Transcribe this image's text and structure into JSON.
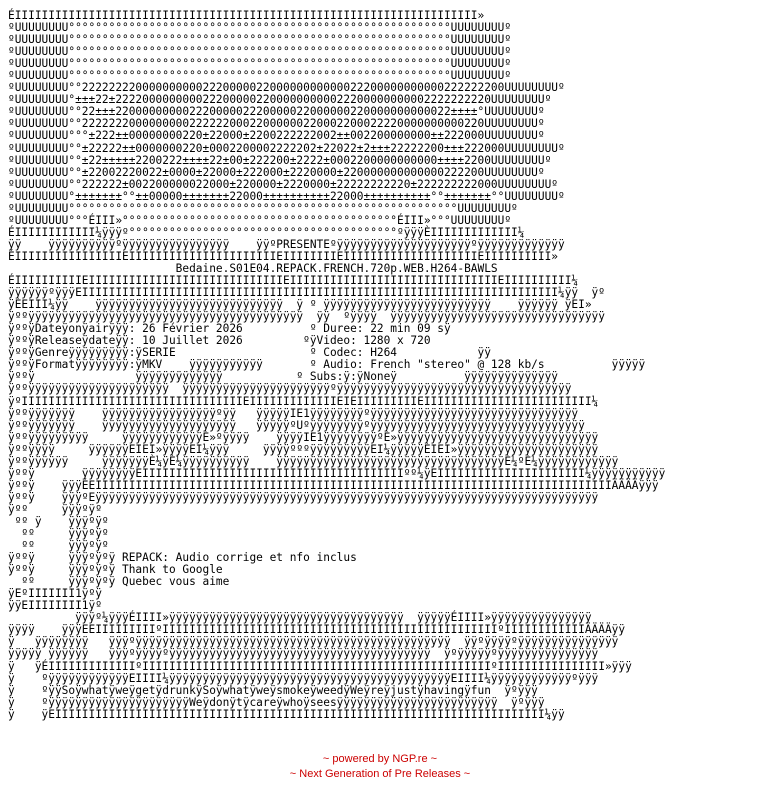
{
  "nfo": {
    "lines": [
      "ÉIIIIIIIIIIIIIIIIIIIIIIIIIIIIIIIIIIIIIIIIIIIIIIIIIIIIIIIIIIIIIIIIIIIII»",
      "ºUUUUUUUU°°°°°°°°°°°°°°°°°°°°°°°°°°°°°°°°°°°°°°°°°°°°°°°°°°°°°°°°°UUUUUUUUº",
      "ºUUUUUUUU°°°°°°°°°°°°°°°°°°°°°°°°°°°°°°°°°°°°°°°°°°°°°°°°°°°°°°°°°UUUUUUUUº",
      "ºUUUUUUUU°°°°°°°°°°°°°°°°°°°°°°°°°°°°°°°°°°°°°°°°°°°°°°°°°°°°°°°°°UUUUUUUUº",
      "ºUUUUUUUU°°°°°°°°°°°°°°°°°°°°°°°°°°°°°°°°°°°°°°°°°°°°°°°°°°°°°°°°°UUUUUUUUº",
      "ºUUUUUUUU°°°°°°°°°°°°°°°°°°°°°°°°°°°°°°°°°°°°°°°°°°°°°°°°°°°°°°°°°UUUUUUUUº",
      "ºUUUUUUUU°°222222220000000000222000002200000000000022200000000000222222200UUUUUUUUº",
      "ºUUUUUUUU°±±±22±22220000000002220000022000000000022200000000002222222220UUUUUUUUº",
      "ºUUUUUUUU°°22±±±22000000000222000002220000022000000220000000000022±±±±°UUUUUUUUº",
      "ºUUUUUUUU°°222222200000000022222200022000000220002200022220000000000220UUUUUUUUº",
      "ºUUUUUUUU°°°±222±±00000000220±22000±2200222222002±±002200000000±±222000UUUUUUUUº",
      "ºUUUUUUUU°°±22222±±0000000220±0002200002222202±22022±2±±±22222200±±±222000UUUUUUUUº",
      "ºUUUUUUUU°°±22±±±±±2200222±±±±22±00±222200±2222±0002200000000000±±±±2200UUUUUUUUº",
      "ºUUUUUUUU°°±22002220022±0000±22000±222000±2220000±220000000000000222200UUUUUUUUº",
      "ºUUUUUUUU°°222222±002200000022000±220000±2220000±22222222220±222222222000UUUUUUUUº",
      "ºUUUUUUUU°±±±±±±±°°±±00000±±±±±±±22000±±±±±±±±±±22000±±±±±±±±±±°°±±±±±±±°°UUUUUUUUº",
      "ºUUUUUUUU°°°°°°°°°°°°°°°°°°°°°°°°°°°°°°°°°°°°°°°°°°°°°°°°°°°°°°°°°°UUUUUUUUº",
      "ºUUUUUUUU°°°ÉIII»°°°°°°°°°°°°°°°°°°°°°°°°°°°°°°°°°°°°°°°°°ÉIII»°°°UUUUUUUUº",
      "ÉIIIIIIIIIIII¼ÿÿÿº°°°°°°°°°°°°°°°°°°°°°°°°°°°°°°°°°°°°°°°°ºÿÿÿÈIIIIIIIIIIIII¼",
      "ÿÿ    ÿÿÿÿÿÿÿÿÿÿºÿÿÿÿÿÿÿÿÿÿÿÿÿÿÿÿ    ÿÿºPRESENTEºÿÿÿÿÿÿÿÿÿÿÿÿÿÿÿÿÿÿÿÿºÿÿÿÿÿÿÿÿÿÿÿÿÿ",
      "ÉIIIIIIIIIIIIIIIIEIIIIIIIIIIIIIIIIIIIIIIEIIIIIIIIEIIIIIIIIIIIIIIIIIIIIEIIIIIIIIII»",
      "                         Bedaine.S01E04.REPACK.FRENCH.720p.WEB.H264-BAWLS",
      "ÉIIIIIIIIIIEIIIIIIIIIIIIIIIIIIIIIIIIIIIIIEIIIIIIIIIIIIIIIIIIIIIIIIIIIIIIIEIIIIIIIIII¼",
      "ÿÿÿÿÿÿºÿÿÿEIIIIIIIIIIIIIIIIIIIIIIIIIIIIIIIIIIIIIIIIIIIIIIIIIIIIIIIIIIIIIIIIIIIIIII¼ÿÿ  ÿº",
      "ÿÈEIII¼ÿÿ    ÿÿÿÿÿÿÿÿÿÿÿÿÿÿÿÿÿÿÿÿÿÿÿÿÿÿÿÿ  ÿ º ÿÿÿÿÿÿÿÿÿÿÿÿÿÿÿÿÿÿÿÿÿÿÿÿÿ    ÿÿÿÿÿÿ ÿEI»",
      "ÿººÿÿÿÿÿÿÿÿÿÿÿÿÿÿÿÿÿÿÿÿÿÿÿÿÿÿÿÿÿÿÿÿÿÿÿÿÿÿÿÿÿ  ÿÿ  ºÿÿÿÿ  ÿÿÿÿÿÿÿÿÿÿÿÿÿÿÿÿÿÿÿÿÿÿÿÿÿÿÿÿÿÿÿÿ",
      "ÿººÿDateÿonÿairÿÿÿ: 26 Février 2026          º Duree: 22 min 09 sÿ",
      "ÿººÿReleaseÿdateÿÿ: 10 Juillet 2026         ºÿVideo: 1280 x 720",
      "ÿººÿGenreÿÿÿÿÿÿÿÿÿ:ÿSERIE                    º Codec: H264            ÿÿ",
      "ÿººÿFormatÿÿÿÿÿÿÿÿ:ÿMKV    ÿÿÿÿÿÿÿÿÿÿÿ       º Audio: French \"stereo\" @ 128 kb/s          ÿÿÿÿÿ",
      "ÿººÿ               ÿÿÿÿÿÿÿÿÿÿÿÿÿ           º Subs:ÿ:ÿNoneÿ          ÿÿÿÿÿÿÿÿÿÿÿÿÿÿ",
      "ÿººÿÿÿÿÿÿÿÿÿÿÿÿÿÿÿÿÿÿÿÿÿ  ÿÿÿÿÿÿÿÿÿÿÿÿÿÿÿÿÿÿÿÿÿÿºÿÿÿÿÿÿÿÿÿÿÿÿÿÿÿÿÿÿÿÿÿÿÿÿÿÿÿÿÿÿÿÿÿÿÿ",
      "ÿºIIIIIIIIIIIIIIIIIIIIIIIIIIIIIIIIIEIIIIIIIIIIIIIEIEIIIIIIIIIEIIIIIIIIIIIIIIIIIIIIIIIII¼",
      "ÿººÿÿÿÿÿÿÿ    ÿÿÿÿÿÿÿÿÿÿÿÿÿÿÿÿÿºÿÿ   ÿÿÿÿÿIE1ÿÿÿÿÿÿÿÿºÿÿÿÿÿÿÿÿÿÿÿÿÿÿÿÿÿÿÿÿÿÿÿÿÿÿÿÿÿÿÿ",
      "ÿººÿÿÿÿÿÿÿ    ÿÿÿÿÿÿÿÿÿÿÿÿÿÿÿÿÿÿÿÿ   ÿÿÿÿÿºUºÿÿÿÿÿÿÿÿºÿÿÿÿÿÿÿÿÿÿÿÿÿÿÿÿÿÿÿÿÿÿÿÿÿÿÿÿÿÿÿÿ",
      "ÿººÿÿÿÿÿÿÿÿÿ     ÿÿÿÿÿÿÿÿÿÿÿÿÈ»ºÿÿÿÿ    ÿÿÿÿIE1ÿÿÿÿÿÿÿÿºÈ»ÿÿÿÿÿÿÿÿÿÿÿÿÿÿÿÿÿÿÿÿÿÿÿÿÿÿÿÿÿÿ",
      "ÿººÿÿÿÿ     ÿÿÿÿÿÿEIEI»ÿÿÿÿEI¼ÿÿÿ     ÿÿÿÿºººÿÿÿÿÿÿÿÿÿEI¼ÿÿÿÿÿÈIEI»ÿÿÿÿÿÿÿÿÿÿÿÿÿÿÿÿÿÿÿÿÿ",
      "ÿººÿÿÿÿÿÿ     ÿÿÿÿÿÿÿÈ¼ÿÈ¼ÿÿÿÿÿÿÿÿÿÿ    ÿÿÿÿÿÿÿÿÿÿÿÿÿÿÿÿÿÿÿÿÿÿÿÿÿÿÿÿÿÿÿÿÿÿÈ¼ºÈ¼ÿÿÿÿÿÿÿÿÿÿÿÿ",
      "ÿººÿ       ÿÿÿÿÿÿÿÿEIIIIIIIIIIIIIIIIIIIIIIIIIIIIIIIIIIIIIIIºº¼ÿEIIIIIIIIIIIIIIIIIIIIII¼ÿÿÿÿÿÿÿÿÿÿÿ",
      "ÿººÿ    ÿÿÿÉEIIIIIIIIIIIIIIIIIIIIIIIIIIIIIIIIIIIIIIIIIIIIIIIIIIIIIIIIIIIIIIIIIIIIIIIIIIIIIÄÄÄÄÿÿÿ",
      "ÿººÿ    ÿÿÿºEÿÿÿÿÿÿÿÿÿÿÿÿÿÿÿÿÿÿÿÿÿÿÿÿÿÿÿÿÿÿÿÿÿÿÿÿÿÿÿÿÿÿÿÿÿÿÿÿÿÿÿÿÿÿÿÿÿÿÿÿÿÿÿÿÿÿÿÿÿÿÿÿÿÿÿ",
      "ÿºº     ÿÿÿºÿº",
      " ºº ÿ    ÿÿÿºÿº",
      "  ºº     ÿÿÿºÿº",
      "  ºº     ÿÿÿºÿº",
      "ÿººÿ     ÿÿÿºÿºÿ REPACK: Audio corrige et nfo inclus",
      "ÿººÿ     ÿÿÿºÿºÿ Thank to Google",
      "  ºº     ÿÿÿºÿºÿ Quebec vous aime",
      "ÿEºIIIIIII1ÿºÿ",
      "ÿÿEIIIIIIII1ÿº",
      "          ÿÿÿº¼ÿÿÿÉIIII»ÿÿÿÿÿÿÿÿÿÿÿÿÿÿÿÿÿÿÿÿÿÿÿÿÿÿÿÿÿÿÿÿÿÿÿ  ÿÿÿÿÿÉIIII»ÿÿÿÿÿÿÿÿÿÿÿÿÿÿÿ",
      "ÿÿÿÿ    ÿÿÿEEIIIIIIIIIºIIIIIIIIIIIIIIIIIIIIIIIIIIIIIIIIIIIIIIIIIIIIIIIIIIºIIIIIIIIIIIIÄÄÄÄÿÿ",
      "ÿ   ÿÿÿÿÿÿÿÿ   ÿÿÿºÿÿÿÿÿÿÿÿÿÿÿÿÿÿÿÿÿÿÿÿÿÿÿÿÿÿÿÿÿÿÿÿÿÿÿÿÿÿÿÿÿÿÿÿÿÿÿ  ÿÿºÿÿÿÿºÿÿÿÿÿÿÿÿÿÿÿÿÿÿÿ",
      "ÿÿÿÿÿ ÿÿÿÿÿÿ   ÿÿÿºÿÿÿÿºÿÿÿÿÿÿÿÿÿÿÿÿÿÿÿÿÿÿÿÿÿÿÿÿÿÿÿÿÿÿÿÿÿÿÿÿÿÿÿ  ÿºÿÿÿÿÿºÿÿÿÿÿÿÿÿÿÿÿÿÿÿÿ",
      "ÿ   ÿÉIIIIIIIIIIIIIºIIIIIIIIIIIIIIIIIIIIIIIIIIIIIIIIIIIIIIIIIIIIIIIIIIIIºIIIIIIIIIIIIIIII»ÿÿÿ",
      "ÿ    ºÿÿÿÿÿÿÿÿÿÿÿÿEIIII¼ÿÿÿÿÿÿÿÿÿÿÿÿÿÿÿÿÿÿÿÿÿÿÿÿÿÿÿÿÿÿÿÿÿÿÿÿÿÿÿÿÿÿEIIII¼ÿÿÿÿÿÿÿÿÿÿÿÿºÿÿÿ",
      "ÿ    ºÿÿSoÿwhatÿweÿgetÿdrunkÿSoÿwhatÿweÿsmokeÿweedÿWeÿreÿjustÿhavingÿfun  ÿºÿÿÿ",
      "ÿ    ºÿÿÿÿÿÿÿÿÿÿÿÿÿÿÿÿÿÿÿÿÿWeÿdonÿtÿcareÿwhoÿseesÿÿÿÿÿÿÿÿÿÿÿÿÿÿÿÿÿÿÿÿÿÿÿÿ  ÿºÿÿÿ",
      "ÿ    ÿEIIIIIIIIIIIIIIIIIIIIIIIIIIIIIIIIIIIIIIIIIIIIIIIIIIIIIIIIIIIIIIIIIIIIIIIII¼ÿÿ"
    ]
  },
  "footer": {
    "powered_by": "~ powered by NGP.re ~",
    "tagline": "~ Next Generation of Pre Releases ~"
  },
  "colors": {
    "background": "#ffffff",
    "text": "#000000",
    "footer": "#cc0000"
  }
}
